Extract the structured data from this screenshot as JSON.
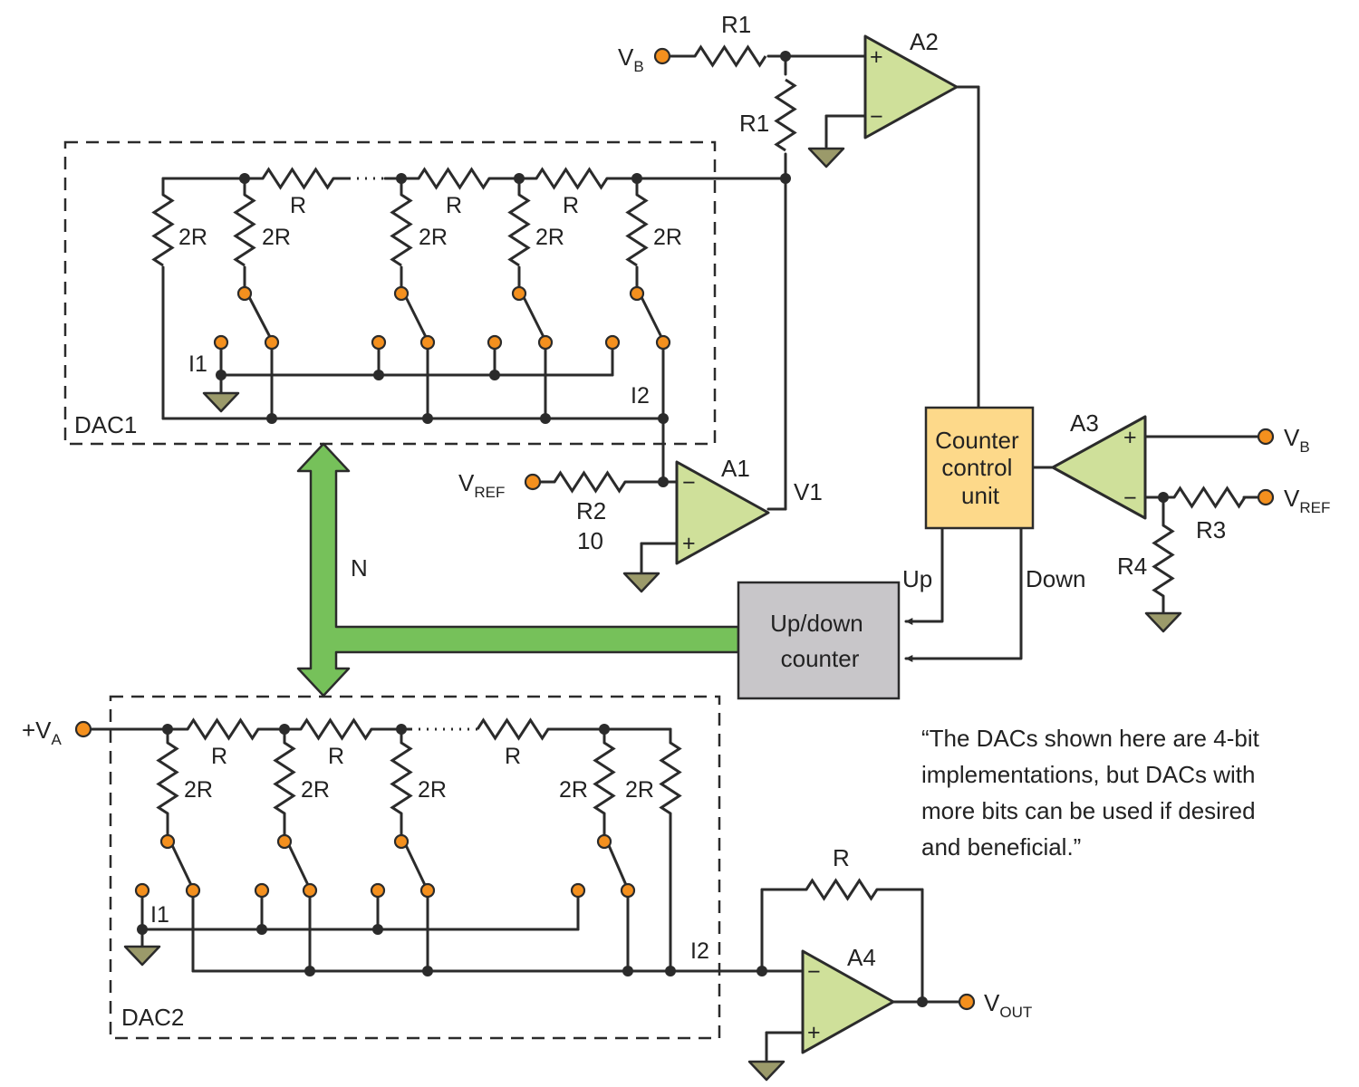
{
  "components": {
    "r_top_a": "R1",
    "r_top_b": "R1",
    "r2": "R2",
    "r2_value": "10",
    "r3": "R3",
    "r4": "R4",
    "r_feedback": "R",
    "ladder_r": "R",
    "ladder_2r": "2R"
  },
  "nodes": {
    "vb_main": "V",
    "vb_sub": "B",
    "vref_main": "V",
    "vref_sub": "REF",
    "va_main": "+V",
    "va_sub": "A",
    "vout_main": "V",
    "vout_sub": "OUT",
    "v1": "V1",
    "i1": "I1",
    "i2": "I2"
  },
  "opamps": {
    "a1": "A1",
    "a2": "A2",
    "a3": "A3",
    "a4": "A4",
    "plus": "+",
    "minus": "−"
  },
  "blocks": {
    "dac1": "DAC1",
    "dac2": "DAC2",
    "counter_control": [
      "Counter",
      "control",
      "unit"
    ],
    "updown": [
      "Up/down",
      "counter"
    ],
    "up": "Up",
    "down": "Down",
    "bus": "N"
  },
  "colors": {
    "opamp": "#cfe09a",
    "counter_control": "#fdd98a",
    "updown": "#c8c6c9",
    "bus": "#76c15a",
    "pin": "#f4901e",
    "ground": "#9b9a6a"
  },
  "quote": [
    "“The DACs shown here are 4-bit",
    "implementations, but DACs with",
    "more bits can be used if desired",
    "and beneficial.”"
  ]
}
